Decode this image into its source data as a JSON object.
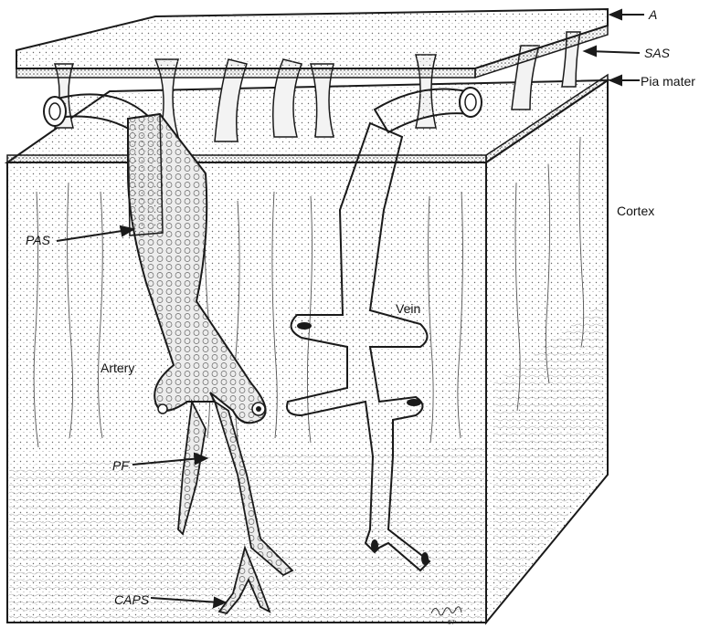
{
  "labels": {
    "arachnoid": "A",
    "sas": "SAS",
    "pia": "Pia mater",
    "cortex": "Cortex",
    "pas": "PAS",
    "vein": "Vein",
    "artery": "Artery",
    "pf": "PF",
    "caps": "CAPS",
    "signature": "P.G.Lay 87"
  },
  "colors": {
    "ink": "#1a1a1a",
    "paper": "#ffffff",
    "stipple": "#777777"
  }
}
